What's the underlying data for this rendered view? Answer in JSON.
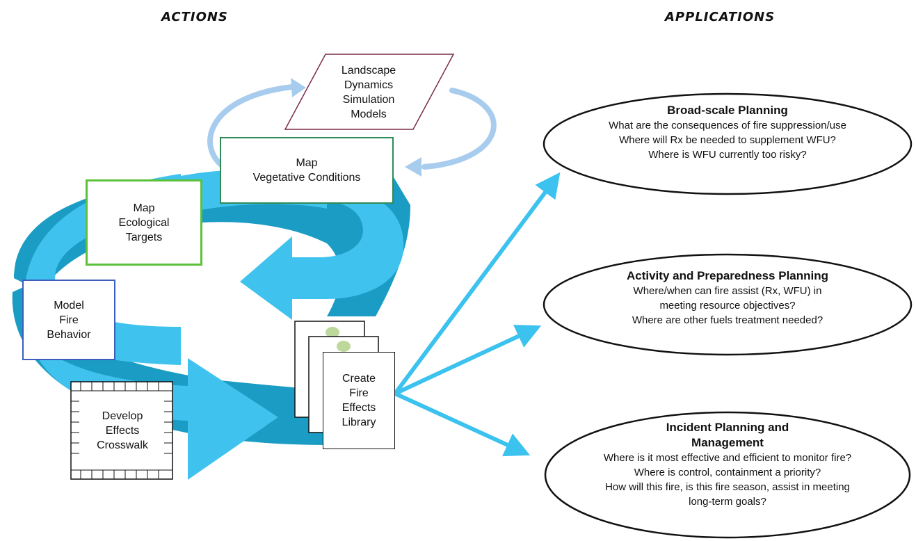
{
  "headings": {
    "actions": "ACTIONS",
    "applications": "APPLICATIONS"
  },
  "actions": {
    "landscape_models": [
      "Landscape",
      "Dynamics",
      "Simulation",
      "Models"
    ],
    "map_vegetative": [
      "Map",
      "Vegetative Conditions"
    ],
    "map_ecological": [
      "Map",
      "Ecological",
      "Targets"
    ],
    "model_fire": [
      "Model",
      "Fire",
      "Behavior"
    ],
    "develop_effects": [
      "Develop",
      "Effects",
      "Crosswalk"
    ],
    "create_library": [
      "Create",
      "Fire",
      "Effects",
      "Library"
    ]
  },
  "applications": {
    "broad_scale": {
      "title": "Broad-scale Planning",
      "lines": [
        "What are the consequences of fire suppression/use",
        "Where will Rx be needed to supplement WFU?",
        "Where is WFU currently too risky?"
      ]
    },
    "activity": {
      "title": "Activity and Preparedness Planning",
      "lines": [
        "Where/when can fire assist (Rx, WFU) in",
        "meeting resource objectives?",
        "Where are other fuels treatment needed?"
      ]
    },
    "incident": {
      "title_lines": [
        "Incident Planning and",
        "Management"
      ],
      "lines": [
        "Where is it most effective and efficient to monitor fire?",
        "Where is control, containment a priority?",
        "How will this fire, is this fire season, assist in meeting",
        "long-term goals?"
      ]
    }
  },
  "colors": {
    "cycle_dark": "#1a9cc4",
    "cycle_light": "#3fc3ee",
    "small_arrow": "#a8ccee",
    "connector": "#3cc2ee",
    "parallelogram_border": "#7a2a4a",
    "vegetative_border": "#2e8b57",
    "ecological_border": "#5cc13a",
    "fire_behavior_border": "#3d5ebf"
  }
}
